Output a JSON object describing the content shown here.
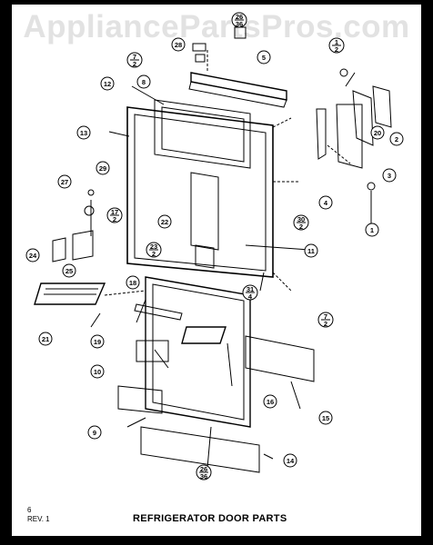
{
  "watermark": "AppliancePartsPros.com",
  "footer": {
    "page_number": "6",
    "revision": "REV. 1",
    "title": "REFRIGERATOR DOOR PARTS"
  },
  "callouts": [
    {
      "id": "c28",
      "label": "28"
    },
    {
      "id": "c7a",
      "num": "7",
      "den": "2"
    },
    {
      "id": "c26top",
      "num": "26",
      "den": "36"
    },
    {
      "id": "c8",
      "label": "8"
    },
    {
      "id": "c5",
      "label": "5"
    },
    {
      "id": "c1a",
      "num": "1",
      "den": "2"
    },
    {
      "id": "c12",
      "label": "12"
    },
    {
      "id": "c2",
      "label": "2"
    },
    {
      "id": "c20",
      "label": "20"
    },
    {
      "id": "c13",
      "label": "13"
    },
    {
      "id": "c3",
      "label": "3"
    },
    {
      "id": "c29",
      "label": "29"
    },
    {
      "id": "c27",
      "label": "27"
    },
    {
      "id": "c4",
      "label": "4"
    },
    {
      "id": "c1",
      "label": "1"
    },
    {
      "id": "c30",
      "num": "30",
      "den": "2"
    },
    {
      "id": "c17",
      "num": "17",
      "den": "2"
    },
    {
      "id": "c22",
      "label": "22"
    },
    {
      "id": "c11",
      "label": "11"
    },
    {
      "id": "c23",
      "num": "23",
      "den": "2"
    },
    {
      "id": "c24",
      "label": "24"
    },
    {
      "id": "c25",
      "label": "25"
    },
    {
      "id": "c31",
      "num": "31",
      "den": "4"
    },
    {
      "id": "c18",
      "label": "18"
    },
    {
      "id": "c7b",
      "num": "7",
      "den": "2"
    },
    {
      "id": "c21",
      "label": "21"
    },
    {
      "id": "c19",
      "label": "19"
    },
    {
      "id": "c10",
      "label": "10"
    },
    {
      "id": "c16",
      "label": "16"
    },
    {
      "id": "c15",
      "label": "15"
    },
    {
      "id": "c9",
      "label": "9"
    },
    {
      "id": "c14",
      "label": "14"
    },
    {
      "id": "c26bot",
      "num": "26",
      "den": "36"
    }
  ]
}
